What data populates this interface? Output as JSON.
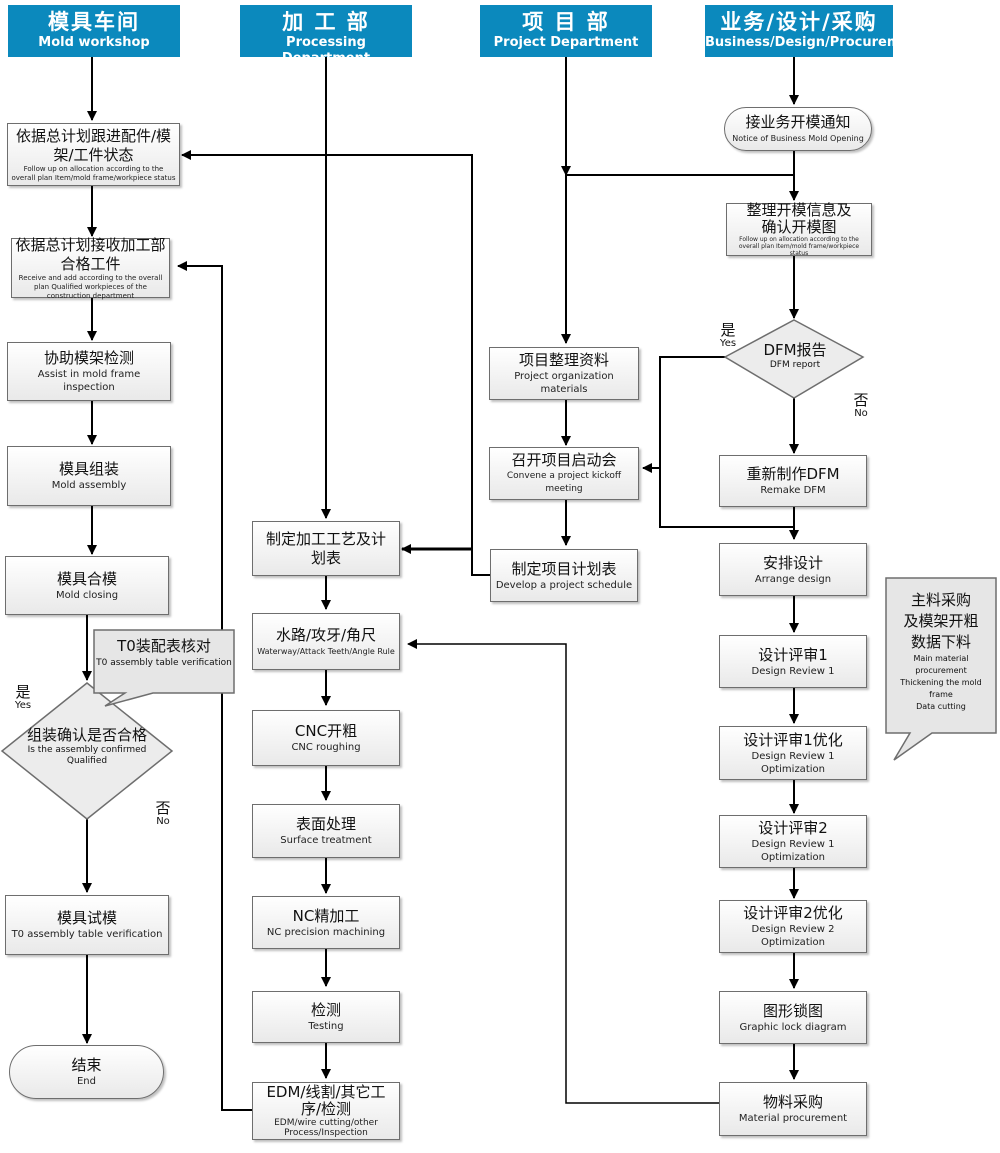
{
  "colors": {
    "header_bg": "#0b89bd",
    "header_text": "#ffffff",
    "line": "#000000",
    "node_border": "#6e6e6e"
  },
  "headers": {
    "mold": {
      "zh": "模具车间",
      "en": "Mold workshop"
    },
    "processing": {
      "zh": "加 工 部",
      "en": "Processing Department"
    },
    "project": {
      "zh": "项 目 部",
      "en": "Project Department"
    },
    "business": {
      "zh": "业务/设计/采购",
      "en": "Business/Design/Procurement"
    }
  },
  "mold": {
    "follow_up": {
      "zh": "依据总计划跟进配件/模架/工件状态",
      "en": "Follow up on allocation according to the overall plan Item/mold frame/workpiece status"
    },
    "receive": {
      "zh": "依据总计划接收加工部合格工件",
      "en": "Receive and add according to the overall plan Qualified workpieces of the construction department"
    },
    "assist": {
      "zh": "协助模架检测",
      "en": "Assist in mold frame inspection"
    },
    "assembly": {
      "zh": "模具组装",
      "en": "Mold assembly"
    },
    "closing": {
      "zh": "模具合模",
      "en": "Mold closing"
    },
    "callout": {
      "zh": "T0装配表核对",
      "en": "T0 assembly table verification"
    },
    "decision": {
      "zh": "组装确认是否合格",
      "en": "Is the assembly confirmed Qualified"
    },
    "yes": {
      "zh": "是",
      "en": "Yes"
    },
    "no": {
      "zh": "否",
      "en": "No"
    },
    "trial": {
      "zh": "模具试模",
      "en": "T0 assembly table verification"
    },
    "end": {
      "zh": "结束",
      "en": "End"
    }
  },
  "processing": {
    "plan": {
      "zh": "制定加工工艺及计划表",
      "en": ""
    },
    "waterway": {
      "zh": "水路/攻牙/角尺",
      "en": "Waterway/Attack Teeth/Angle Rule"
    },
    "cnc": {
      "zh": "CNC开粗",
      "en": "CNC roughing"
    },
    "surface": {
      "zh": "表面处理",
      "en": "Surface treatment"
    },
    "nc": {
      "zh": "NC精加工",
      "en": "NC precision machining"
    },
    "testing": {
      "zh": "检测",
      "en": "Testing"
    },
    "edm": {
      "zh": "EDM/线割/其它工序/检测",
      "en": "EDM/wire cutting/other Process/Inspection"
    }
  },
  "project": {
    "materials": {
      "zh": "项目整理资料",
      "en": "Project organization materials"
    },
    "kickoff": {
      "zh": "召开项目启动会",
      "en": "Convene a project kickoff meeting"
    },
    "schedule": {
      "zh": "制定项目计划表",
      "en": "Develop a project schedule"
    }
  },
  "business": {
    "notice": {
      "zh": "接业务开模通知",
      "en": "Notice of Business Mold Opening"
    },
    "organize": {
      "zh": "整理开模信息及确认开模图",
      "en": "Follow up on allocation according to the overall plan Item/mold frame/workpiece status"
    },
    "dfm": {
      "zh": "DFM报告",
      "en": "DFM report"
    },
    "yes": {
      "zh": "是",
      "en": "Yes"
    },
    "no": {
      "zh": "否",
      "en": "No"
    },
    "remake": {
      "zh": "重新制作DFM",
      "en": "Remake DFM"
    },
    "arrange": {
      "zh": "安排设计",
      "en": "Arrange design"
    },
    "review1": {
      "zh": "设计评审1",
      "en": "Design Review 1"
    },
    "review1_opt": {
      "zh": "设计评审1优化",
      "en": "Design Review 1 Optimization"
    },
    "review2": {
      "zh": "设计评审2",
      "en": "Design Review 1 Optimization"
    },
    "review2_opt": {
      "zh": "设计评审2优化",
      "en": "Design Review 2 Optimization"
    },
    "lock": {
      "zh": "图形锁图",
      "en": "Graphic lock diagram"
    },
    "procure": {
      "zh": "物料采购",
      "en": "Material procurement"
    },
    "callout": {
      "zh1": "主料采购",
      "zh2": "及模架开粗",
      "zh3": "数据下料",
      "en1": "Main material procurement",
      "en2": "Thickening the mold frame",
      "en3": "Data cutting"
    }
  }
}
